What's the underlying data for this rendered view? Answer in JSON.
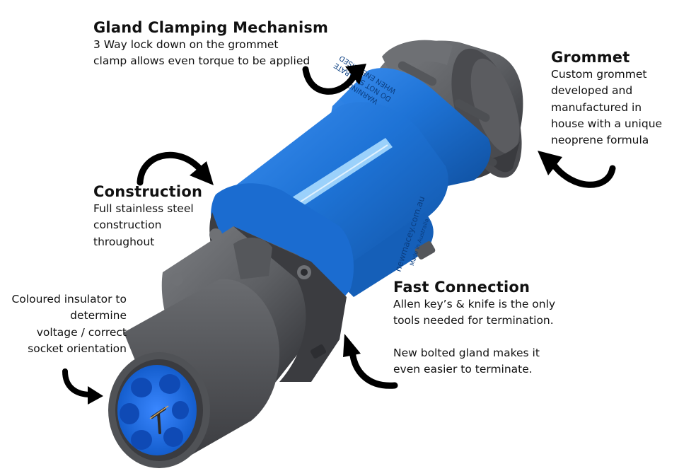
{
  "colors": {
    "housing_blue": "#1e73d6",
    "metal_grey": "#5d5f63",
    "arrow_black": "#000000"
  },
  "product": {
    "warning_line_1": "WARNING",
    "warning_line_2": "DO NOT SEPARATE",
    "warning_line_3": "WHEN ENERGISED",
    "website": "newmacey.com.au",
    "made_in": "Made in Australia"
  },
  "callouts": {
    "gland": {
      "title": "Gland Clamping Mechanism",
      "body": "3 Way lock down on the grommet\nclamp allows even torque to be applied"
    },
    "grommet": {
      "title": "Grommet",
      "body": "Custom grommet\ndeveloped and\nmanufactured in\nhouse with a unique\nneoprene formula"
    },
    "construction": {
      "title": "Construction",
      "body": "Full stainless steel\nconstruction\nthroughout"
    },
    "fast_connection": {
      "title": "Fast Connection",
      "body": "Allen key’s & knife is the only\ntools needed for termination.",
      "body_2": "New bolted gland makes it\neven easier to terminate."
    },
    "insulator": {
      "body": "Coloured insulator to\ndetermine\nvoltage / correct\nsocket orientation"
    }
  }
}
